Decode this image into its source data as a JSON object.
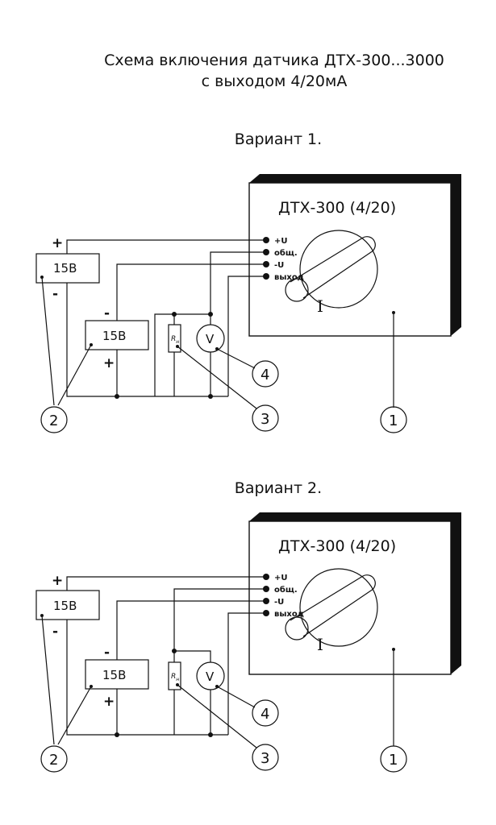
{
  "title": {
    "line1": "Схема включения датчика ДТХ-300...3000",
    "line2": "с выходом 4/20мА"
  },
  "variants": [
    {
      "heading": "Вариант 1.",
      "device_label": "ДТХ-300 (4/20)",
      "terminals": [
        "+U",
        "общ.",
        "-U",
        "выход"
      ],
      "psu1": {
        "label": "15В",
        "plus": "+",
        "minus": "-"
      },
      "psu2": {
        "label": "15В",
        "plus": "+",
        "minus": "-"
      },
      "resistor": {
        "main": "R",
        "sub": "н"
      },
      "voltmeter": "V",
      "shaft_mark": "I",
      "callouts": {
        "device": "1",
        "psu": "2",
        "resistor": "3",
        "voltmeter": "4"
      }
    },
    {
      "heading": "Вариант 2.",
      "device_label": "ДТХ-300 (4/20)",
      "terminals": [
        "+U",
        "общ.",
        "-U",
        "выход"
      ],
      "psu1": {
        "label": "15В",
        "plus": "+",
        "minus": "-"
      },
      "psu2": {
        "label": "15В",
        "plus": "+",
        "minus": "-"
      },
      "resistor": {
        "main": "R",
        "sub": "н"
      },
      "voltmeter": "V",
      "shaft_mark": "I",
      "callouts": {
        "device": "1",
        "psu": "2",
        "resistor": "3",
        "voltmeter": "4"
      }
    }
  ]
}
